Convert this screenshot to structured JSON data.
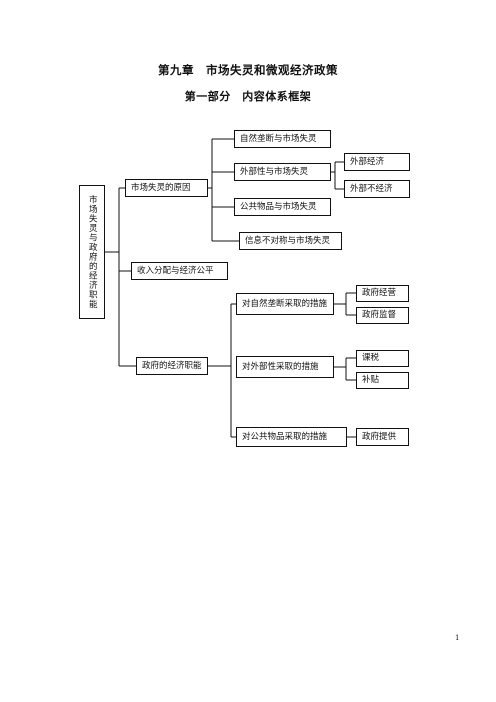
{
  "header": {
    "chapter_title": "第九章　市场失灵和微观经济政策",
    "section_title": "第一部分　内容体系框架"
  },
  "root": {
    "label": "市场失灵与政府的经济职能"
  },
  "nodes": {
    "causes": "市场失灵的原因",
    "natural_monopoly": "自然垄断与市场失灵",
    "externality": "外部性与市场失灵",
    "external_economy": "外部经济",
    "external_diseconomy": "外部不经济",
    "public_goods": "公共物品与市场失灵",
    "asymmetric_info": "信息不对称与市场失灵",
    "income_distribution": "收入分配与经济公平",
    "gov_functions": "政府的经济职能",
    "measures_monopoly": "对自然垄断采取的措施",
    "gov_operation": "政府经营",
    "gov_regulation": "政府监督",
    "measures_externality": "对外部性采取的措施",
    "taxation": "课税",
    "subsidy": "补贴",
    "measures_public_goods": "对公共物品采取的措施",
    "gov_provision": "政府提供"
  },
  "footer": {
    "page_number": "1"
  }
}
